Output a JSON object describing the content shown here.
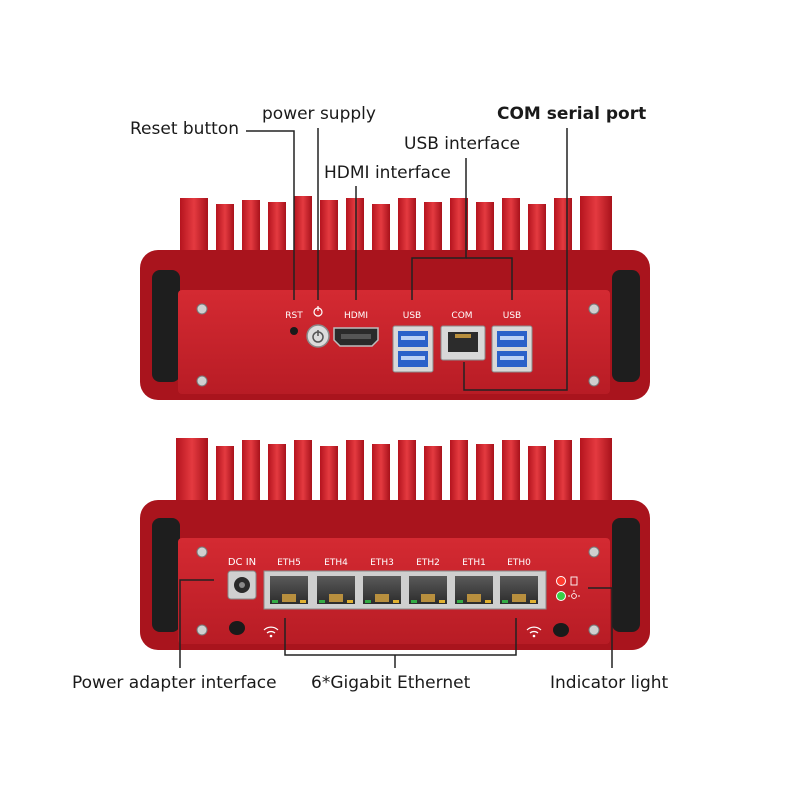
{
  "callouts": {
    "reset": "Reset button",
    "power": "power supply",
    "hdmi": "HDMI interface",
    "usb": "USB interface",
    "com": "COM serial port",
    "dc": "Power adapter interface",
    "ethernet": "6*Gigabit Ethernet",
    "indicator": "Indicator light"
  },
  "front_panel": {
    "rst": "RST",
    "hdmi": "HDMI",
    "usb_left": "USB",
    "com": "COM",
    "usb_right": "USB"
  },
  "rear_panel": {
    "dc_in": "DC IN",
    "ports": [
      "ETH5",
      "ETH4",
      "ETH3",
      "ETH2",
      "ETH1",
      "ETH0"
    ]
  },
  "colors": {
    "chassis": "#c8202a",
    "chassis_dark": "#9a161e",
    "port_gold": "#b88f3e",
    "usb_blue": "#2b61c9"
  }
}
